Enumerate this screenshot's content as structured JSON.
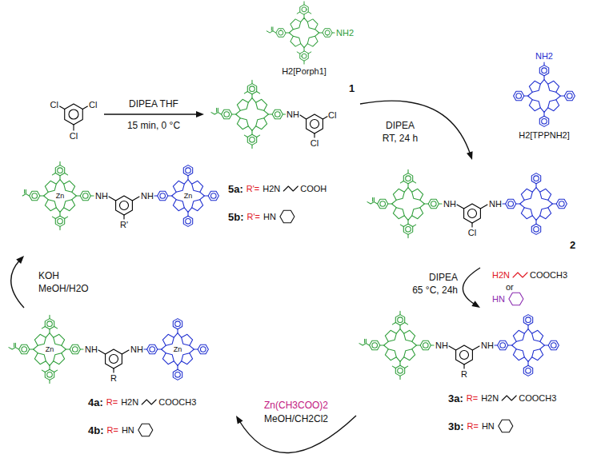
{
  "diagram": {
    "nodes": [
      {
        "text": [
          "NH2",
          "H2[Porph1]"
        ]
      },
      {
        "text": [
          "Cl",
          "Cl",
          "Cl"
        ]
      },
      {
        "text": [
          "NH",
          "Cl",
          "Cl",
          "1"
        ]
      },
      {
        "text": [
          "NH2",
          "H2[TPPNH2]"
        ]
      },
      {
        "text": [
          "NH",
          "NH",
          "Cl",
          "2"
        ]
      },
      {
        "text": [
          "NH",
          "NH",
          "R",
          "3a:",
          "R=",
          "H2N",
          "COOCH3",
          "3b:",
          "R=",
          "HN"
        ]
      },
      {
        "text": [
          "Zn",
          "Zn",
          "NH",
          "NH",
          "R",
          "4a:",
          "R=",
          "H2N",
          "COOCH3",
          "4b:",
          "R=",
          "HN"
        ]
      },
      {
        "text": [
          "Zn",
          "Zn",
          "NH",
          "NH",
          "R'",
          "5a:",
          "R'=",
          "H2N",
          "COOH",
          "5b:",
          "R'=",
          "HN"
        ]
      }
    ],
    "edges": [
      {
        "from": 1,
        "to": 2,
        "arrow": "to",
        "label": "DIPEA THF"
      },
      {
        "from": 2,
        "to": 4,
        "arrow": "to",
        "label": "DIPEA"
      },
      {
        "from": 4,
        "to": 5,
        "arrow": "to",
        "label": "DIPEA"
      },
      {
        "from": 5,
        "to": 6,
        "arrow": "to",
        "label": "Zn(CH3COO)2"
      },
      {
        "from": 6,
        "to": 7,
        "arrow": "to",
        "label": "KOH"
      }
    ],
    "labels": [
      "15 min, 0 °C",
      "RT, 24 h",
      "65 °C, 24h",
      "H2N",
      "COOCH3",
      "or",
      "HN",
      "MeOH/CH2Cl2",
      "MeOH/H2O"
    ]
  }
}
